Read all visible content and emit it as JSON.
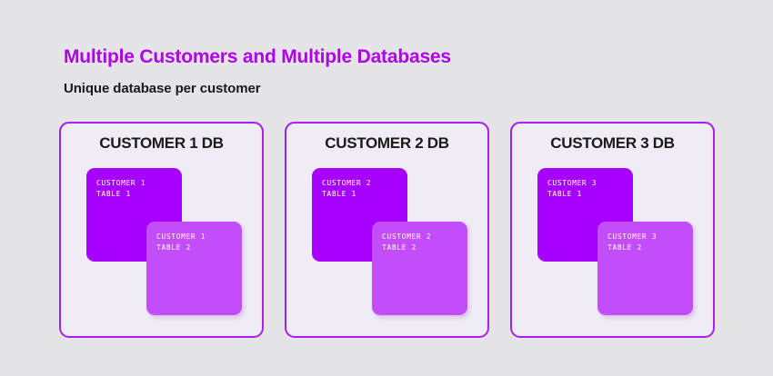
{
  "header": {
    "title": "Multiple Customers and Multiple Databases",
    "subtitle": "Unique database per customer"
  },
  "colors": {
    "page_background": "#e5e4e9",
    "title_purple": "#b000e8",
    "card_border": "#a81ef0",
    "card_fill": "#f0ecf5",
    "table_back": "#a800ff",
    "table_front": "#c44dfb",
    "label_text": "#ffffff",
    "heading_text": "#1a1a1a"
  },
  "cards": [
    {
      "title": "CUSTOMER 1 DB",
      "tables": [
        {
          "line1": "CUSTOMER 1",
          "line2": "TABLE 1"
        },
        {
          "line1": "CUSTOMER 1",
          "line2": "TABLE 2"
        }
      ]
    },
    {
      "title": "CUSTOMER 2 DB",
      "tables": [
        {
          "line1": "CUSTOMER 2",
          "line2": "TABLE 1"
        },
        {
          "line1": "CUSTOMER 2",
          "line2": "TABLE 2"
        }
      ]
    },
    {
      "title": "CUSTOMER 3 DB",
      "tables": [
        {
          "line1": "CUSTOMER 3",
          "line2": "TABLE 1"
        },
        {
          "line1": "CUSTOMER 3",
          "line2": "TABLE 2"
        }
      ]
    }
  ]
}
